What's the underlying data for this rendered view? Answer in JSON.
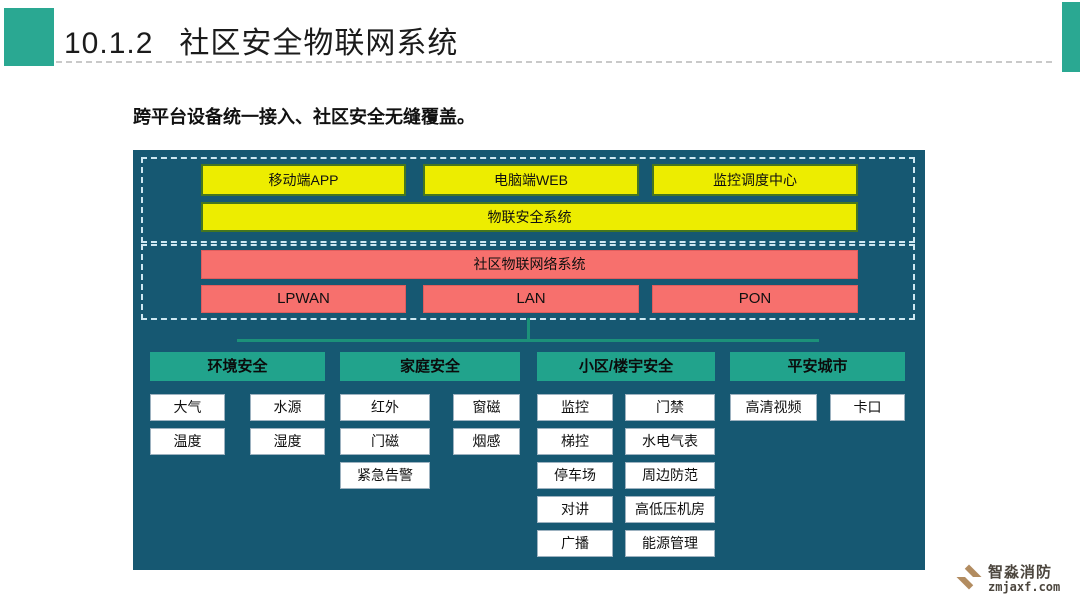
{
  "header": {
    "section_number": "10.1.2",
    "title": "社区安全物联网系统"
  },
  "subtitle": "跨平台设备统一接入、社区安全无缝覆盖。",
  "colors": {
    "accent_teal": "#2aa892",
    "panel_bg": "#165872",
    "app_box_yellow": "#eded00",
    "network_box_red": "#f7706d",
    "category_header_green": "#21a38c",
    "connector_line": "#1c9179"
  },
  "diagram": {
    "app_layer": {
      "boxes": [
        "移动端APP",
        "电脑端WEB",
        "监控调度中心"
      ],
      "platform": "物联安全系统"
    },
    "network_layer": {
      "system": "社区物联网络系统",
      "networks": [
        "LPWAN",
        "LAN",
        "PON"
      ]
    },
    "categories": [
      {
        "title": "环境安全",
        "items": [
          "大气",
          "水源",
          "温度",
          "湿度"
        ]
      },
      {
        "title": "家庭安全",
        "items": [
          "红外",
          "窗磁",
          "门磁",
          "烟感",
          "紧急告警"
        ]
      },
      {
        "title": "小区/楼宇安全",
        "items": [
          "监控",
          "门禁",
          "梯控",
          "水电气表",
          "停车场",
          "周边防范",
          "对讲",
          "高低压机房",
          "广播",
          "能源管理"
        ]
      },
      {
        "title": "平安城市",
        "items": [
          "高清视频",
          "卡口"
        ]
      }
    ]
  },
  "logo": {
    "name": "智淼消防",
    "site": "zmjaxf.com"
  }
}
